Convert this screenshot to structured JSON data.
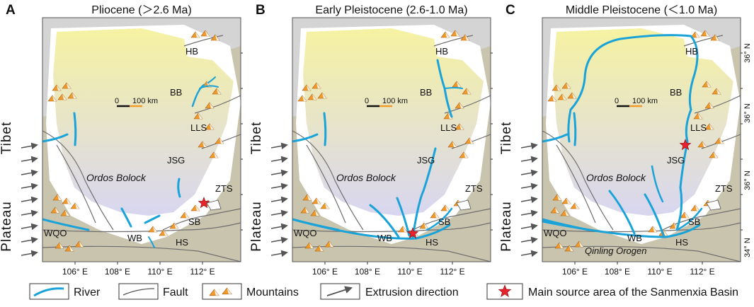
{
  "panels": [
    {
      "letter": "A",
      "title": "Pliocene (＞2.6 Ma)",
      "show_side_labels": true,
      "show_lat_labels": false,
      "star": "ZTS",
      "river_stage": "pliocene",
      "labels": {
        "HB": "HB",
        "BB": "BB",
        "LLS": "LLS",
        "JSG": "JSG",
        "ZTS": "ZTS",
        "SB": "SB",
        "WB": "WB",
        "HS": "HS",
        "WQO": "WQO",
        "ordos": "Ordos Bolock"
      }
    },
    {
      "letter": "B",
      "title": "Early Pleistocene (2.6-1.0 Ma)",
      "show_side_labels": true,
      "show_lat_labels": false,
      "star": "WB",
      "river_stage": "early",
      "labels": {
        "HB": "HB",
        "BB": "BB",
        "LLS": "LLS",
        "JSG": "JSG",
        "ZTS": "ZTS",
        "SB": "SB",
        "WB": "WB",
        "HS": "HS",
        "WQO": "WQO",
        "ordos": "Ordos Bolock"
      }
    },
    {
      "letter": "C",
      "title": "Middle Pleistocene (＜1.0 Ma)",
      "show_side_labels": true,
      "show_lat_labels": true,
      "star": "JSG",
      "river_stage": "middle",
      "labels": {
        "HB": "HB",
        "BB": "BB",
        "LLS": "LLS",
        "JSG": "JSG",
        "ZTS": "ZTS",
        "SB": "SB",
        "WB": "WB",
        "HS": "HS",
        "WQO": "WQO",
        "ordos": "Ordos Bolock",
        "qinling": "Qinling Orogen"
      }
    }
  ],
  "side_labels": {
    "left": "Tibet",
    "right": "Plateau"
  },
  "scale_bar": {
    "zero": "0",
    "km": "100 km"
  },
  "x_ticks": [
    "106° E",
    "108° E",
    "110° E",
    "112° E"
  ],
  "lat_ticks": [
    "36° N",
    "36° N",
    "36° N",
    "34° N"
  ],
  "legend": {
    "river": "River",
    "fault": "Fault",
    "mountains": "Mountains",
    "extrusion": "Extrusion direction",
    "source": "Main source area of the Sanmenxia Basin"
  },
  "colors": {
    "river": "#1aa3d8",
    "star": "#e8232d",
    "basin_top": "#f6f2a2",
    "basin_bottom": "#d8d6f0",
    "lowland": "#c9c4ae",
    "highland": "#d4d4d4",
    "mountain": "#f19a2b"
  }
}
